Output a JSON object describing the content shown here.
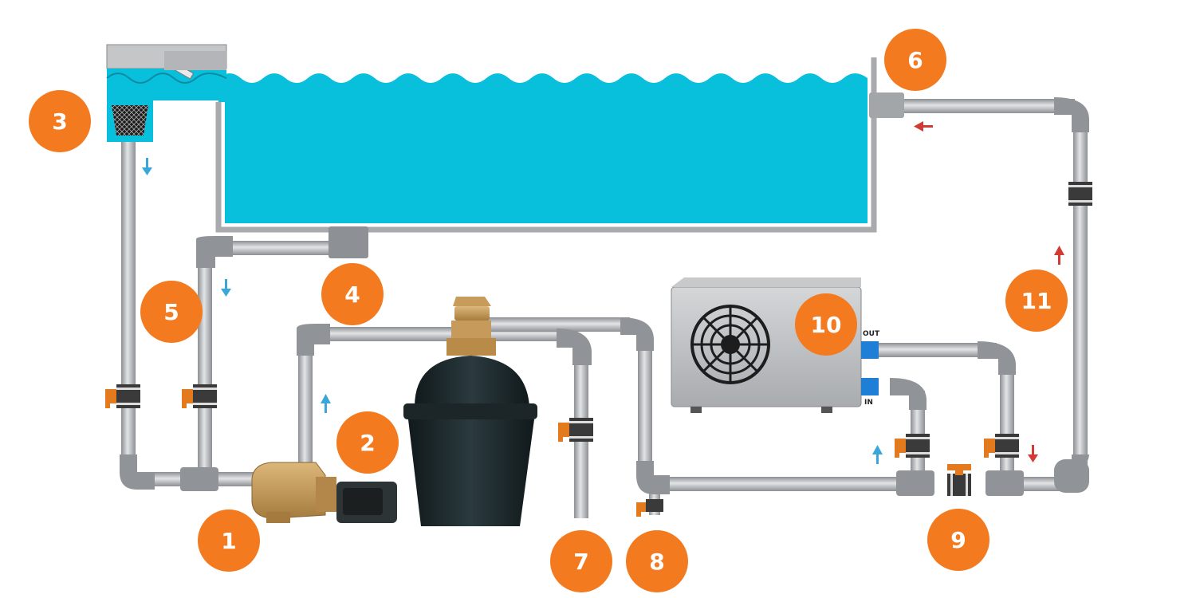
{
  "badges": [
    {
      "id": "badge-1",
      "label": "1"
    },
    {
      "id": "badge-2",
      "label": "2"
    },
    {
      "id": "badge-3",
      "label": "3"
    },
    {
      "id": "badge-4",
      "label": "4"
    },
    {
      "id": "badge-5",
      "label": "5"
    },
    {
      "id": "badge-6",
      "label": "6"
    },
    {
      "id": "badge-7",
      "label": "7"
    },
    {
      "id": "badge-8",
      "label": "8"
    },
    {
      "id": "badge-9",
      "label": "9"
    },
    {
      "id": "badge-10",
      "label": "10"
    },
    {
      "id": "badge-11",
      "label": "11"
    }
  ],
  "heat_pump": {
    "out_label": "OUT",
    "in_label": "IN"
  },
  "colors": {
    "water": "#09c0dc",
    "pipe": "#b9bbbe",
    "fitting": "#909397",
    "badge": "#f47a20",
    "arrow_in": "#3aa7d8",
    "arrow_out": "#d23a33",
    "filter_tank": "#1e2a2d",
    "pump_body": "#c9a064"
  }
}
